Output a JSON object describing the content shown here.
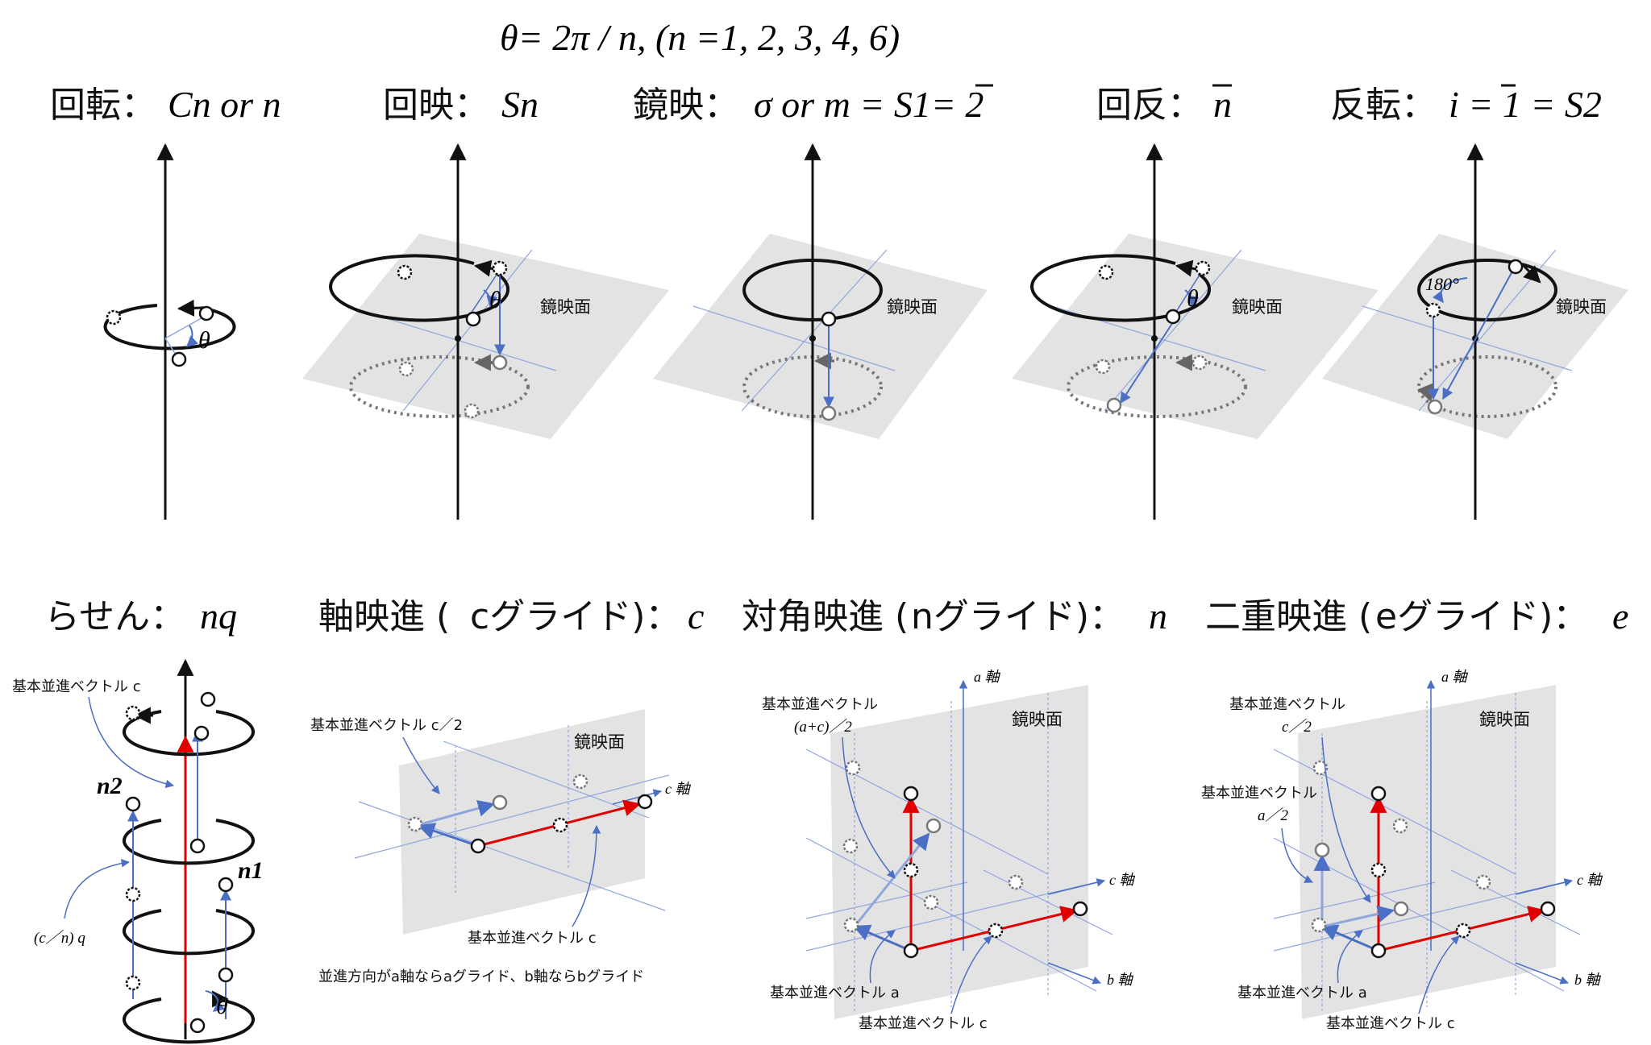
{
  "header": {
    "formula": "θ= 2π / n, (n =1, 2, 3, 4, 6)"
  },
  "top_titles": {
    "rotation": {
      "kanji": "回転：",
      "symbol": "Cn or n"
    },
    "rotoreflection": {
      "kanji": "回映：",
      "symbol": "Sn"
    },
    "mirror": {
      "kanji": "鏡映：",
      "symbol": "σ or m = S1= 2"
    },
    "rotoinversion": {
      "kanji": "回反：",
      "symbol": "n"
    },
    "inversion": {
      "kanji": "反転：",
      "symbol": "i = 1 = S2"
    }
  },
  "bottom_titles": {
    "screw": {
      "kanji": "らせん：",
      "symbol": "nq"
    },
    "axial_glide": {
      "kanji": "軸映進 (",
      "mid": "cグライド)：",
      "symbol": "c"
    },
    "diagonal_glide": {
      "kanji": "対角映進 (",
      "mid": "nグライド)：",
      "symbol": "n"
    },
    "double_glide": {
      "kanji": "二重映進 (",
      "mid": "eグライド)：",
      "symbol": "e"
    }
  },
  "labels": {
    "theta": "θ",
    "mirror_plane": "鏡映面",
    "deg180": "180°",
    "basic_vec_c": "基本並進ベクトル c",
    "basic_vec_c_half": "基本並進ベクトル c／2",
    "basic_vec_a": "基本並進ベクトル a",
    "basic_vec": "基本並進ベクトル",
    "a_plus_c_half": "(a+c)／2",
    "c_half": "c／2",
    "a_half": "a／2",
    "n1": "n1",
    "n2": "n2",
    "cnq": "(c／n) q",
    "glide_note": "並進方向がa軸ならaグライド、b軸ならbグライド",
    "a_axis": "a 軸",
    "b_axis": "b 軸",
    "c_axis": "c 軸"
  },
  "colors": {
    "red": "#e00000",
    "blue": "#4a6fc4",
    "plane": "#e3e3e3",
    "guide": "#8fa6dd"
  }
}
